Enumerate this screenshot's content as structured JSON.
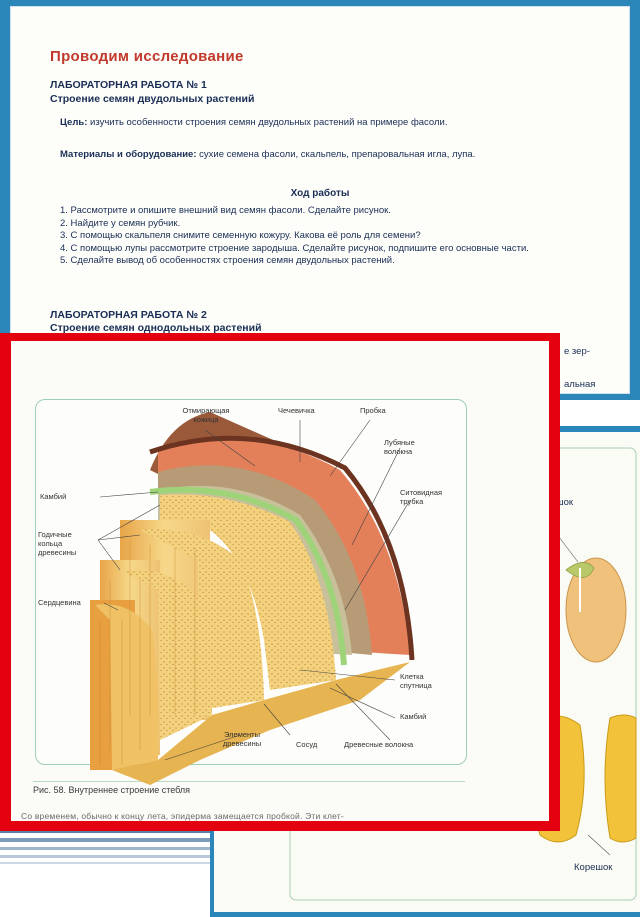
{
  "back_page": {
    "title": "Проводим исследование",
    "lab1_title": "ЛАБОРАТОРНАЯ РАБОТА № 1",
    "lab1_subtitle": "Строение семян двудольных растений",
    "goal_label": "Цель:",
    "goal_text": "изучить особенности строения семян двудольных растений на примере фасоли.",
    "materials_label": "Материалы и оборудование:",
    "materials_text": "сухие семена фасоли, скальпель, препаровальная игла, лупа.",
    "procedure_title": "Ход работы",
    "steps": [
      "1. Рассмотрите и опишите внешний вид семян фасоли. Сделайте рисунок.",
      "2. Найдите у семян рубчик.",
      "3. С помощью скальпеля снимите семенную кожуру. Какова её роль для семени?",
      "4. С помощью лупы рассмотрите строение зародыша. Сделайте рисунок, подпишите его основные части.",
      "5. Сделайте вывод об особенностях строения семян двудольных растений."
    ],
    "lab2_title": "ЛАБОРАТОРНАЯ РАБОТА № 2",
    "lab2_subtitle": "Строение семян однодольных растений",
    "fragment_1": "е зер-",
    "fragment_2": "альная"
  },
  "right_page": {
    "label_top": "шок",
    "label_bottom": "Корешок"
  },
  "front_page": {
    "labels": {
      "dead_skin": "Отмирающая кожица",
      "lenticel": "Чечевичка",
      "cork": "Пробка",
      "bast_fibers": "Лубяные волокна",
      "sieve_tube": "Ситовидная трубка",
      "cambium_left": "Камбий",
      "annual_rings": "Годичные кольца древесины",
      "pith": "Сердцевина",
      "companion_cell": "Клетка спутница",
      "cambium_right": "Камбий",
      "wood_elements": "Элементы древесины",
      "vessel": "Сосуд",
      "wood_fibers": "Древесные волокна"
    },
    "caption": "Рис. 58. Внутреннее строение стебля",
    "bottom_text": "Со временем, обычно к концу лета, эпидерма замещается пробкой. Эти клет-"
  }
}
